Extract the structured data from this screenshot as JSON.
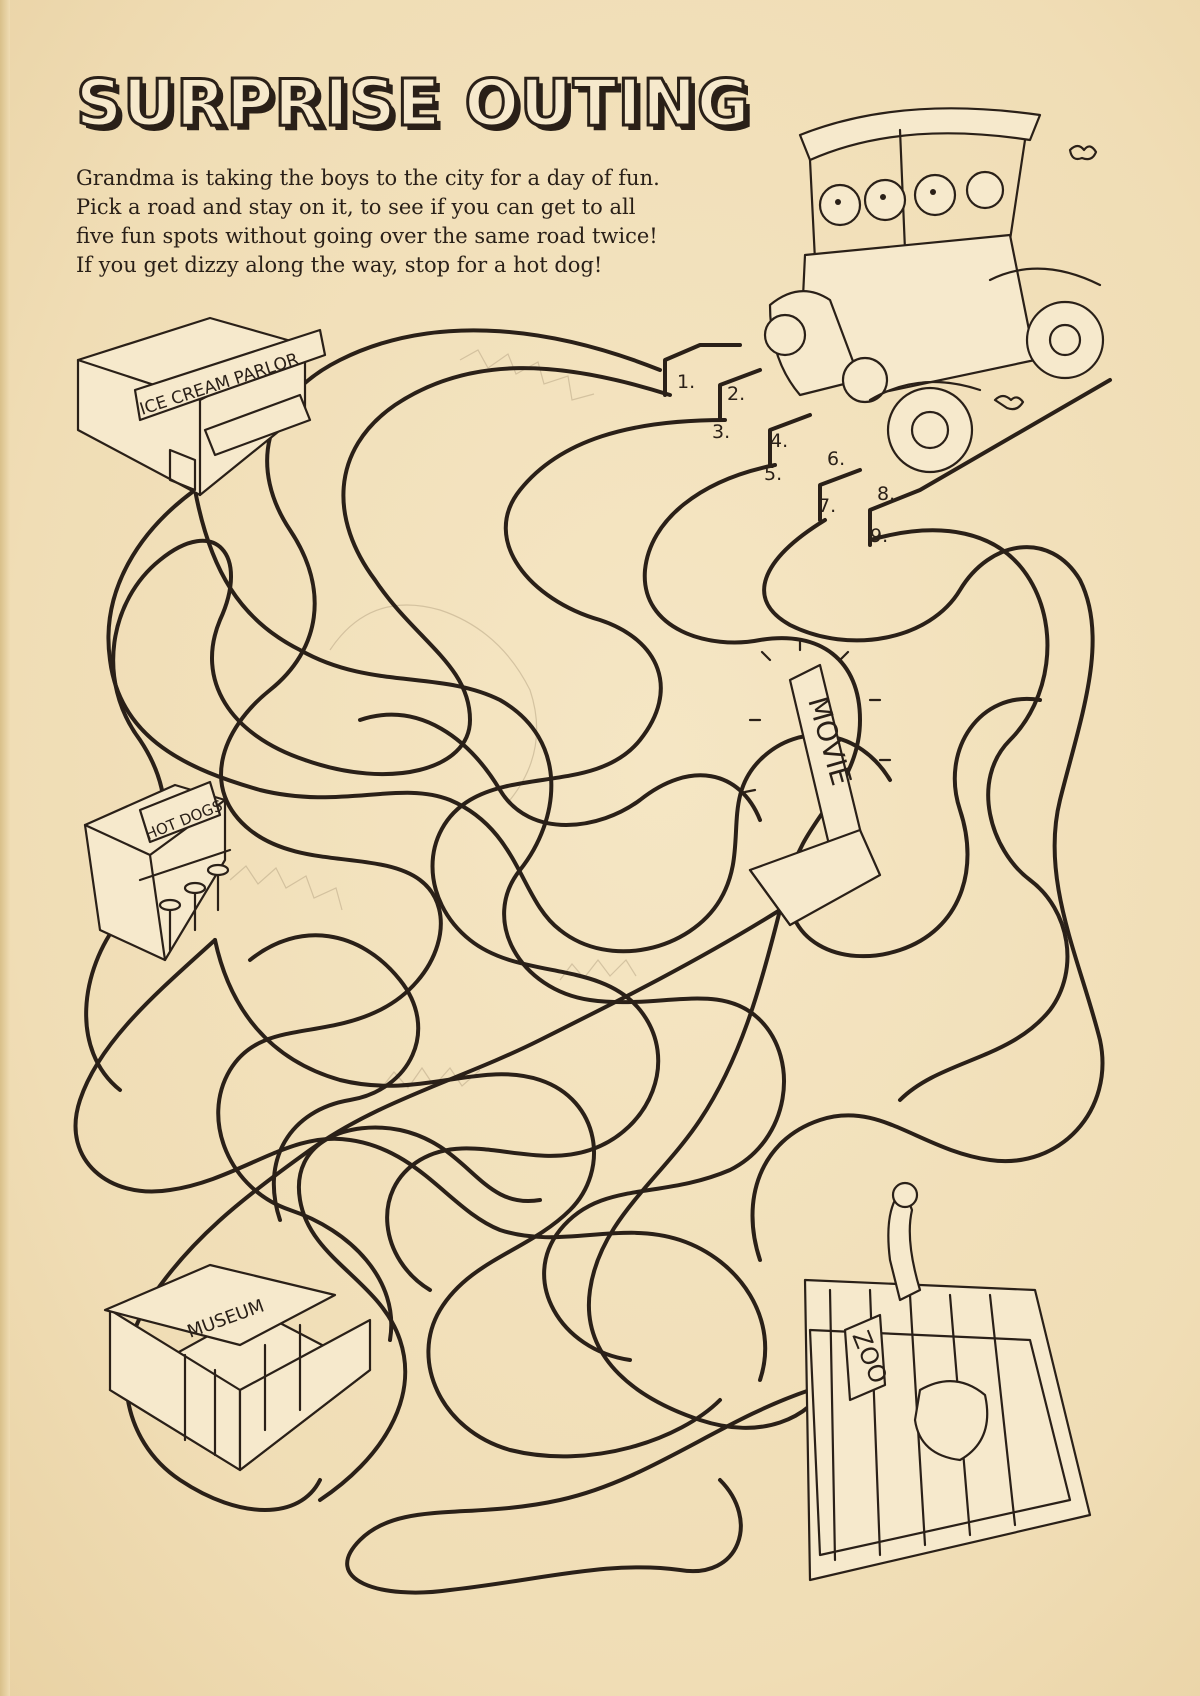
{
  "puzzle": {
    "title": "SURPRISE OUTING",
    "instructions": "Grandma is taking the boys to the city for a day of fun.\nPick a road and stay on it, to see if you can get to all\nfive fun spots without going over the same road twice!\nIf you get dizzy along the way, stop for a hot dog!"
  },
  "start_roads": [
    "1.",
    "2.",
    "3.",
    "4.",
    "5.",
    "6.",
    "7.",
    "8.",
    "9."
  ],
  "fun_spots": {
    "ice_cream_parlor": "ICE CREAM PARLOR",
    "hot_dogs": "HOT DOGS",
    "movie": "MOVIE",
    "museum": "MUSEUM",
    "zoo": "ZOO"
  },
  "colors": {
    "ink": "#2a2018",
    "paper": "#f3e2bd"
  }
}
